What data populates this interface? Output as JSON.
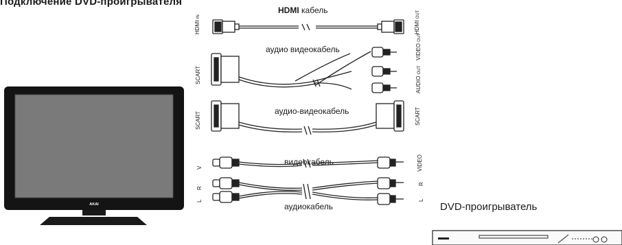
{
  "heading": "Подключение DVD-проигрывателя",
  "tv": {
    "brand": "AKAI"
  },
  "dvd_label": "DVD-проигрыватель",
  "cables": {
    "hdmi": {
      "name_en": "HDMI",
      "name_ru": "кабель",
      "left_port": "HDMI",
      "left_sub": "IN",
      "right_port": "HDMI",
      "right_sub": "OUT"
    },
    "scart_av": {
      "name": "аудио видеокабель",
      "left_port": "SCART",
      "right_video": "VIDEO",
      "right_video_sub": "OUT",
      "right_audio": "AUDIO",
      "right_audio_sub": "OUT"
    },
    "scart_scart": {
      "name": "аудио-видеокабель",
      "left_port": "SCART",
      "right_port": "SCART"
    },
    "rca": {
      "video_name": "видеокабель",
      "audio_name": "аудиокабель",
      "left_v": "V",
      "left_r": "R",
      "left_l": "L",
      "right_video": "VIDEO",
      "right_r": "R",
      "right_l": "L"
    }
  }
}
